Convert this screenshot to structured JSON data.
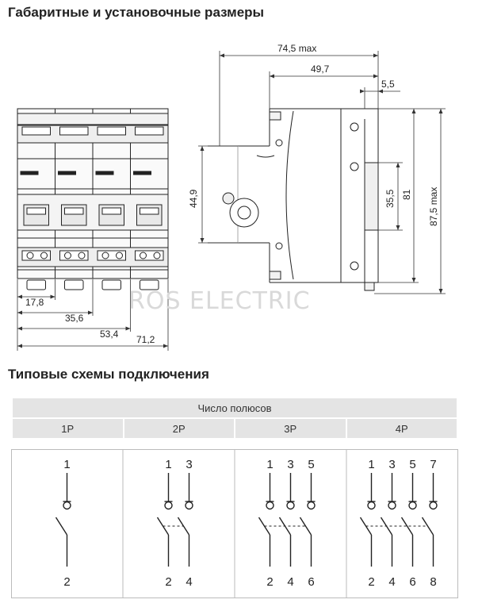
{
  "section_dimensions": {
    "title": "Габаритные и установочные размеры",
    "front_dims": [
      "17,8",
      "35,6",
      "53,4",
      "71,2"
    ],
    "side_dims": {
      "top_total": "74,5 max",
      "top_mid": "49,7",
      "top_small": "5,5",
      "left_height": "44,9",
      "right_a": "35,5",
      "right_b": "81",
      "right_c": "87,5 max"
    }
  },
  "watermark": "ROS ELECTRIC",
  "section_wiring": {
    "title": "Типовые схемы подключения",
    "header": "Число полюсов",
    "poles": [
      {
        "label": "1P",
        "top": [
          "1"
        ],
        "bottom": [
          "2"
        ]
      },
      {
        "label": "2P",
        "top": [
          "1",
          "3"
        ],
        "bottom": [
          "2",
          "4"
        ]
      },
      {
        "label": "3P",
        "top": [
          "1",
          "3",
          "5"
        ],
        "bottom": [
          "2",
          "4",
          "6"
        ]
      },
      {
        "label": "4P",
        "top": [
          "1",
          "3",
          "5",
          "7"
        ],
        "bottom": [
          "2",
          "4",
          "6",
          "8"
        ]
      }
    ]
  }
}
